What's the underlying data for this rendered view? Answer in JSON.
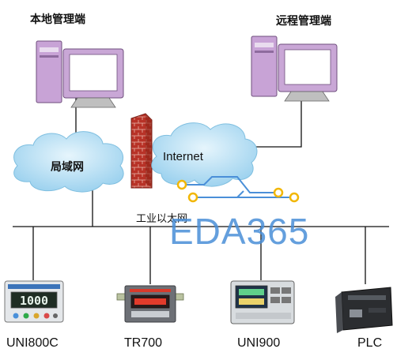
{
  "labels": {
    "local_station": "本地管理端",
    "remote_station": "远程管理端",
    "lan": "局域网",
    "internet": "Internet",
    "industrial_ethernet": "工业以太网"
  },
  "devices": [
    {
      "name": "UNI800C",
      "display": "1000"
    },
    {
      "name": "TR700"
    },
    {
      "name": "UNI900"
    },
    {
      "name": "PLC"
    }
  ],
  "watermark": {
    "text": "EDA365",
    "color": "#4a8fd8"
  },
  "colors": {
    "cloud": "#bfe3f7",
    "monitor": "#c9a7d6",
    "firewall": "#c0392b",
    "line": "#111111",
    "circuit": "#f2b705"
  }
}
